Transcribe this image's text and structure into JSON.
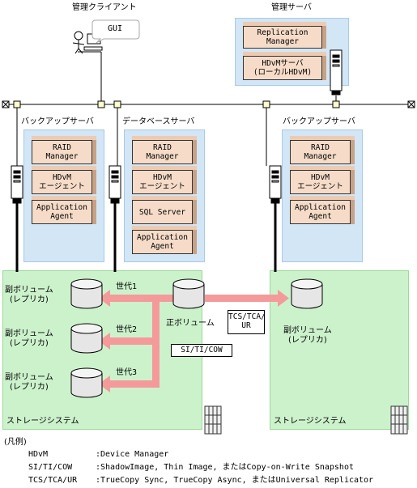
{
  "labels": {
    "mgmt_client": "管理クライアント",
    "gui": "GUI",
    "mgmt_server": "管理サーバ",
    "backup_server_left": "バックアップサーバ",
    "database_server": "データベースサーバ",
    "backup_server_right": "バックアップサーバ",
    "storage_left": "ストレージシステム",
    "storage_right": "ストレージシステム",
    "primary_volume": "正ボリューム",
    "gen1": "世代1",
    "gen2": "世代2",
    "gen3": "世代3",
    "si_ti_cow": "SI/TI/COW",
    "tcs_tca_ur": "TCS/TCA/\nUR"
  },
  "mgmt_server_boxes": [
    "Replication\nManager",
    "HDvMサーバ\n(ローカルHDvM)"
  ],
  "backup_left_boxes": [
    "RAID\nManager",
    "HDvM\nエージェント",
    "Application\nAgent"
  ],
  "database_boxes": [
    "RAID\nManager",
    "HDvM\nエージェント",
    "SQL Server",
    "Application\nAgent"
  ],
  "backup_right_boxes": [
    "RAID\nManager",
    "HDvM\nエージェント",
    "Application\nAgent"
  ],
  "secondary_volumes_left": [
    "副ボリューム\n(レプリカ)",
    "副ボリューム\n(レプリカ)",
    "副ボリューム\n(レプリカ)"
  ],
  "secondary_volume_right": "副ボリューム\n(レプリカ)",
  "legend": {
    "title": "(凡例)",
    "items": [
      {
        "abbr": "HDvM",
        "desc": ":Device Manager"
      },
      {
        "abbr": "SI/TI/COW",
        "desc": ":ShadowImage, Thin Image, またはCopy-on-Write Snapshot"
      },
      {
        "abbr": "TCS/TCA/UR",
        "desc": ":TrueCopy Sync, TrueCopy Async, またはUniversal Replicator"
      }
    ]
  },
  "colors": {
    "server_panel": "#d2e6f6",
    "storage_panel": "#ccf2cc",
    "component_box": "#f6dcc8",
    "arrow": "#f49a9a"
  }
}
